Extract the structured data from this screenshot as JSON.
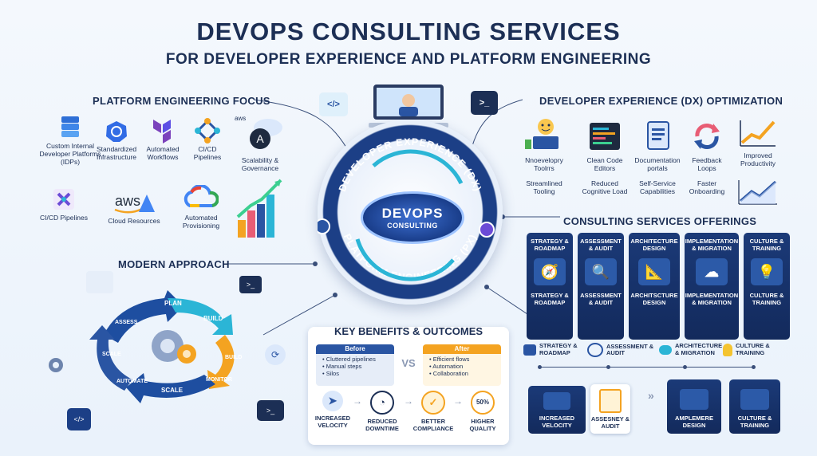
{
  "header": {
    "title": "DEVOPS CONSULTING SERVICES",
    "subtitle_prefix": "FOR DEVELOPER EXPERIENCE AND",
    "subtitle_highlight": "PLATFORM ENGINEERING"
  },
  "platform": {
    "heading": "PLATFORM ENGINEERING FOCUS",
    "items": [
      {
        "label": "Custom Internal Developer Platforms (IDPs)",
        "icon": "server-stack-icon"
      },
      {
        "label": "Standardized Infrastructure",
        "icon": "kubernetes-icon"
      },
      {
        "label": "Automated Workflows",
        "icon": "terraform-icon"
      },
      {
        "label": "CI/CD Pipelines",
        "icon": "pipeline-nodes-icon"
      },
      {
        "label": "Scalability & Governance",
        "icon": "aws-cloud-icon"
      },
      {
        "label": "CI/CD Pipelines",
        "icon": "cicd-cross-icon"
      },
      {
        "label": "Cloud Resources",
        "icon": "aws-logo-icon"
      },
      {
        "label": "Automated Provisioning",
        "icon": "google-cloud-icon"
      }
    ],
    "aws_text": "aws"
  },
  "dx": {
    "heading": "DEVELOPER EXPERIENCE (DX) OPTIMIZATION",
    "items": [
      {
        "top": "Nnoevelopry Toolrrs",
        "bottom": "Streamlined Tooling",
        "icon": "developer-laptop-icon"
      },
      {
        "top": "Clean Code Editors",
        "bottom": "Reduced Cognitive Load",
        "icon": "code-editor-icon"
      },
      {
        "top": "Documentation portals",
        "bottom": "Self-Service Capabilities",
        "icon": "document-icon"
      },
      {
        "top": "Feedback Loops",
        "bottom": "Faster Onboarding",
        "icon": "refresh-arrows-icon"
      },
      {
        "top": "Improved Productivity",
        "bottom": "",
        "icon": "growth-chart-icon"
      }
    ]
  },
  "center": {
    "core_title": "DEVOPS",
    "core_subtitle": "CONSULTING",
    "top_ring": "DEVELOPER EXPERIENCE (DX)",
    "bottom_ring": "PLATFORM ENGINEERING (PX)"
  },
  "offerings": {
    "heading": "CONSULTING SERVICES OFFERINGS",
    "cards": [
      {
        "title": "STRATEGY & ROADMAP",
        "bottom": "STRATEGY & ROADMAP",
        "icon": "compass-icon"
      },
      {
        "title": "ASSESSMENT & AUDIT",
        "bottom": "ASSESSMENT & AUDIT",
        "icon": "magnifier-icon"
      },
      {
        "title": "ARCHITECTURE DESIGN",
        "bottom": "ARCHITSCTURE DESIGN",
        "icon": "blueprint-icon"
      },
      {
        "title": "IMPLEMENTATION & MIGRATION",
        "bottom": "IMPLEMENTATION & MIGRATION",
        "icon": "cloud-migration-icon"
      },
      {
        "title": "CULTURE & TRAINING",
        "bottom": "CULTURE & TRAINING",
        "icon": "team-lightbulb-icon"
      }
    ]
  },
  "modern": {
    "heading": "MODERN APPROACH",
    "cycle": [
      "PLAN",
      "BUILD",
      "BUILD",
      "MONITOR",
      "SCALE",
      "SCALE",
      "AUTOMATE",
      "ASSESS"
    ]
  },
  "benefits": {
    "heading": "KEY BENEFITS & OUTCOMES",
    "before_title": "Before",
    "before_items": [
      "Cluttered pipelines",
      "Manual steps",
      "Silos"
    ],
    "vs": "VS",
    "after_title": "After",
    "after_items": [
      "Efficient flows",
      "Automation",
      "Collaboration"
    ],
    "metrics": [
      {
        "label": "INCREASED VELOCITY",
        "icon": "speedometer-icon"
      },
      {
        "label": "REDUCED DOWNTIME",
        "icon": "timer-icon"
      },
      {
        "label": "BETTER COMPLIANCE",
        "icon": "check-badge-icon"
      },
      {
        "label": "HIGHER QUALITY",
        "value": "50%",
        "icon": "quality-badge-icon"
      }
    ]
  },
  "process": {
    "steps": [
      {
        "label": "STRATEGY & ROADMAP",
        "icon": "roadmap-icon"
      },
      {
        "label": "ASSESSMENT & AUDIT",
        "icon": "audit-icon"
      },
      {
        "label": "ARCHITECTURE & MIGRATION",
        "icon": "cloud-icon"
      },
      {
        "label": "CULTURE & TRAINING",
        "icon": "bulb-icon"
      }
    ],
    "outcomes": [
      {
        "label": "INCREASED VELOCITY",
        "icon": "dashboard-icon"
      },
      {
        "label": "ASSESNEY & AUDIT",
        "icon": "clipboard-check-icon"
      },
      {
        "label": "AMPLEMERE DESIGN",
        "icon": "design-screen-icon"
      },
      {
        "label": "CULTURE & TRAINING",
        "icon": "team-icon"
      }
    ]
  },
  "colors": {
    "navy": "#1c2f55",
    "blue": "#2a55a3",
    "orange": "#f4a321",
    "cyan": "#2bb5d6"
  }
}
